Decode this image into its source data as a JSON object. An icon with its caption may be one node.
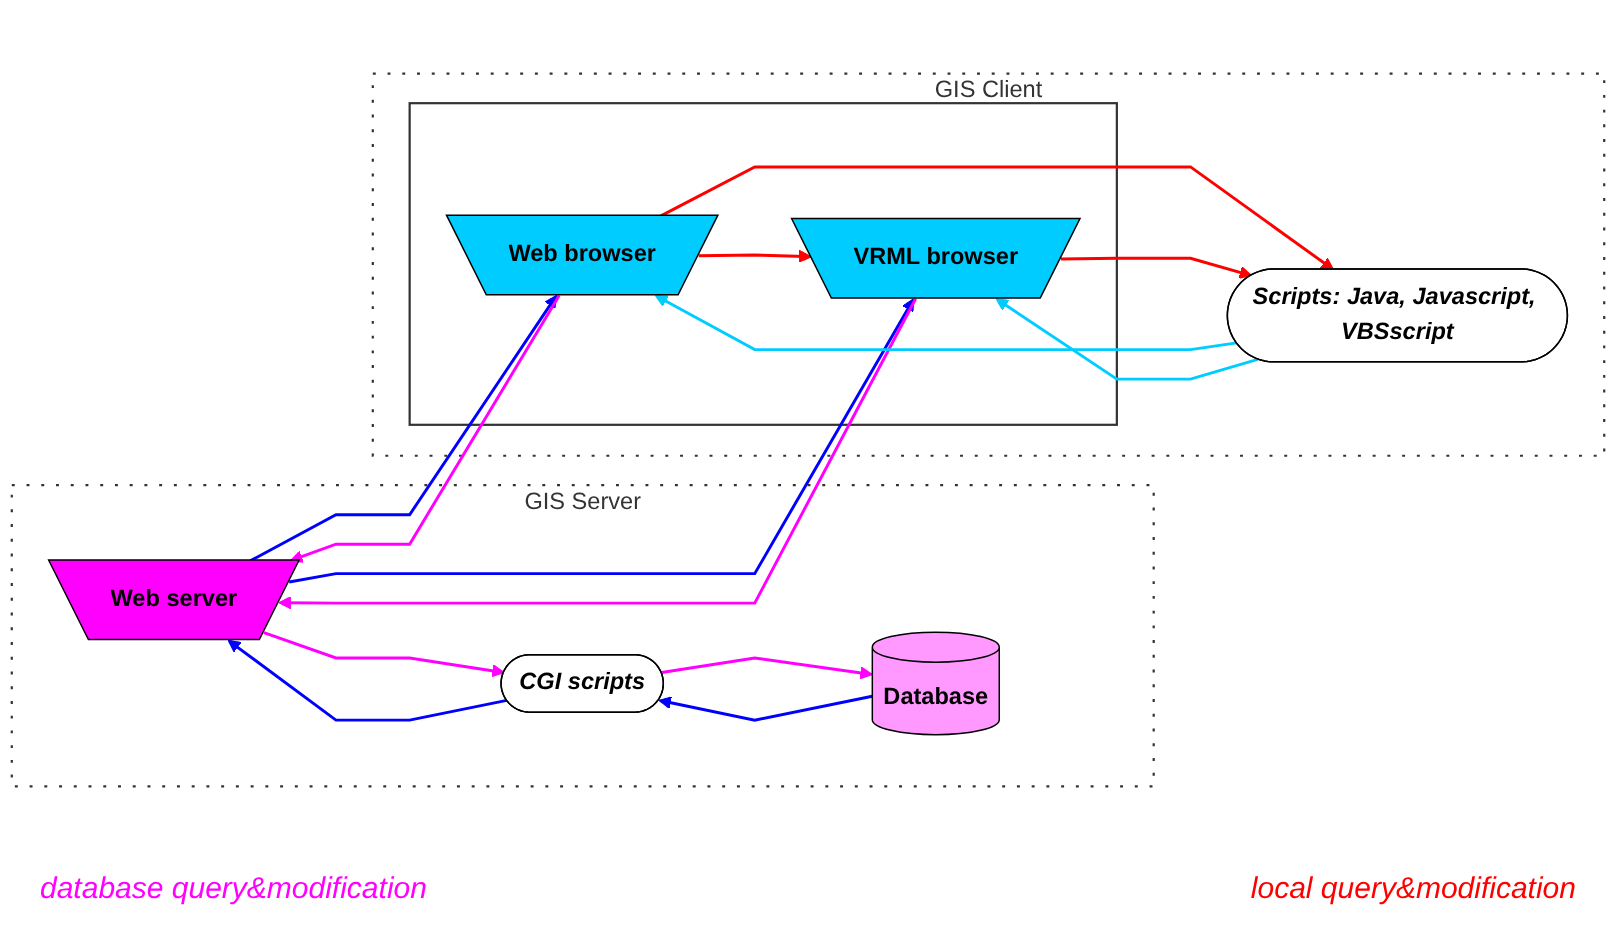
{
  "diagram": {
    "nodes": [
      {
        "text": [
          "GIS Server"
        ]
      },
      {
        "text": [
          "Web server"
        ],
        "in": 0
      },
      {
        "text": [
          "CGI scripts"
        ],
        "in": 0
      },
      {
        "text": [
          "Database"
        ],
        "in": 0
      },
      {
        "text": [
          "GIS Client"
        ]
      },
      {
        "text": [],
        "shape": "box",
        "in": 4
      },
      {
        "text": [
          "Web browser"
        ],
        "in": 5
      },
      {
        "text": [
          "VRML browser"
        ],
        "in": 5
      },
      {
        "text": [
          "Scripts: Java, Javascript, VBSscript"
        ],
        "in": 4
      }
    ],
    "edges": [
      {
        "from": 1,
        "to": 6,
        "arrow": "to",
        "color": "#0000ff"
      },
      {
        "from": 1,
        "to": 7,
        "arrow": "to",
        "color": "#0000ff"
      },
      {
        "from": 6,
        "to": 1,
        "arrow": "to",
        "color": "#ff00ff"
      },
      {
        "from": 7,
        "to": 1,
        "arrow": "to",
        "color": "#ff00ff"
      },
      {
        "from": 1,
        "to": 2,
        "arrow": "to",
        "color": "#ff00ff"
      },
      {
        "from": 2,
        "to": 1,
        "arrow": "to",
        "color": "#0000ff"
      },
      {
        "from": 2,
        "to": 3,
        "arrow": "to",
        "color": "#ff00ff"
      },
      {
        "from": 3,
        "to": 2,
        "arrow": "to",
        "color": "#0000ff"
      },
      {
        "from": 6,
        "to": 7,
        "arrow": "to",
        "color": "#ff0000"
      },
      {
        "from": 6,
        "to": 8,
        "arrow": "to",
        "color": "#ff0000"
      },
      {
        "from": 7,
        "to": 8,
        "arrow": "to",
        "color": "#ff0000"
      },
      {
        "from": 8,
        "to": 6,
        "arrow": "to",
        "color": "#00ccff"
      },
      {
        "from": 8,
        "to": 7,
        "arrow": "to",
        "color": "#00ccff"
      }
    ],
    "labels": [
      "database query&modification",
      "local query&modification"
    ]
  }
}
